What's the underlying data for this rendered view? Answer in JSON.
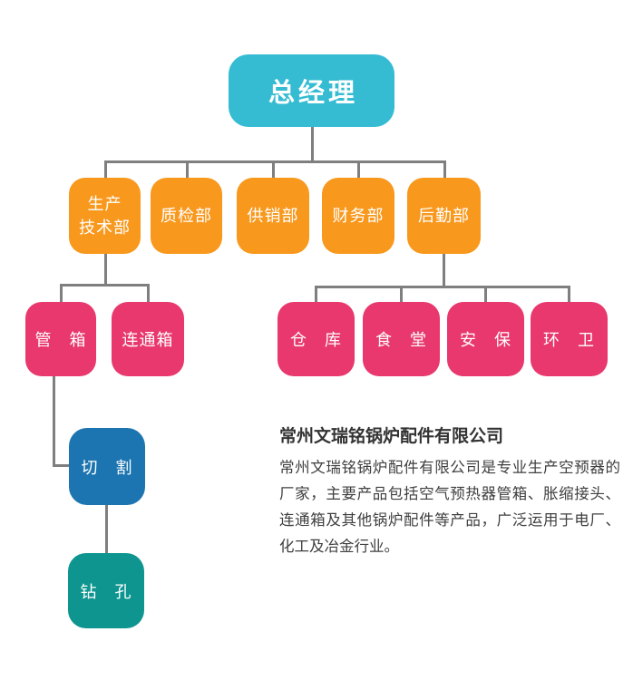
{
  "colors": {
    "root": "#35bcd3",
    "department": "#f8981d",
    "unit": "#e8386d",
    "cutting": "#1c75b0",
    "drilling": "#0e958f",
    "connector": "#7f7f7f"
  },
  "org_chart": {
    "root": {
      "label": "总经理"
    },
    "departments": [
      {
        "label_line1": "生产",
        "label_line2": "技术部"
      },
      {
        "label": "质检部"
      },
      {
        "label": "供销部"
      },
      {
        "label": "财务部"
      },
      {
        "label": "后勤部"
      }
    ],
    "production_units": [
      {
        "label": "管　箱"
      },
      {
        "label": "连通箱"
      }
    ],
    "logistics_units": [
      {
        "label": "仓　库"
      },
      {
        "label": "食　堂"
      },
      {
        "label": "安　保"
      },
      {
        "label": "环　卫"
      }
    ],
    "process_units": [
      {
        "label": "切　割"
      },
      {
        "label": "钻　孔"
      }
    ]
  },
  "company_info": {
    "title": "常州文瑞铭锅炉配件有限公司",
    "description": "常州文瑞铭锅炉配件有限公司是专业生产空预器的厂家，主要产品包括空气预热器管箱、胀缩接头、连通箱及其他锅炉配件等产品，广泛运用于电厂、化工及冶金行业。"
  }
}
